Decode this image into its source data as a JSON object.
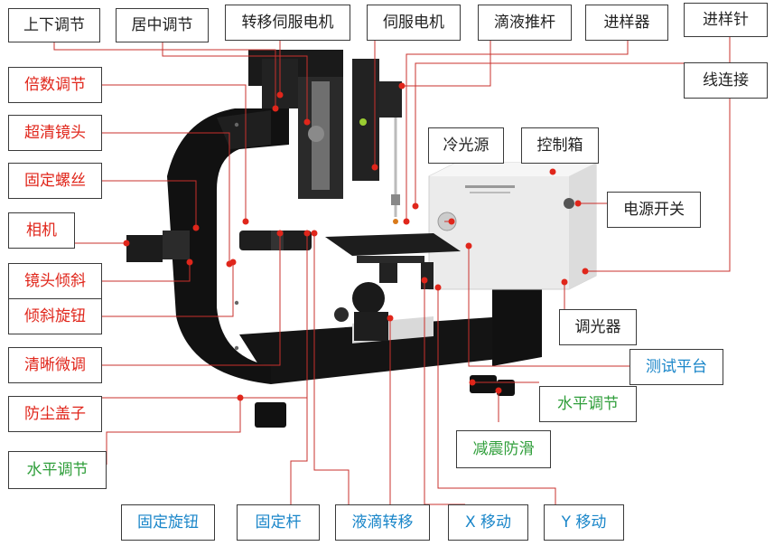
{
  "colors": {
    "red": "#e0261b",
    "dark": "#222222",
    "blue": "#1a86c9",
    "green": "#2f9e3a",
    "leader": "#c9302c"
  },
  "labels": {
    "shangxia": "上下调节",
    "juzhong": "居中调节",
    "zhuanyi_sifu": "转移伺服电机",
    "sifu": "伺服电机",
    "diye_tuigan": "滴液推杆",
    "jinyangqi": "进样器",
    "jinyangzhen": "进样针",
    "xianlianjie": "线连接",
    "beishu": "倍数调节",
    "chaoqing": "超清镜头",
    "guding_luosi": "固定螺丝",
    "xiangji": "相机",
    "jingtou_qingxie": "镜头倾斜",
    "qingxie_xuanniu": "倾斜旋钮",
    "qingxi_weitiao": "清晰微调",
    "fangchen": "防尘盖子",
    "shuiping_left": "水平调节",
    "lengguangyuan": "冷光源",
    "kongzhixiang": "控制箱",
    "dianyuan_kaiguan": "电源开关",
    "tiaoguangqi": "调光器",
    "ceshi_pingtai": "测试平台",
    "shuiping_right": "水平调节",
    "jianzhen": "减震防滑",
    "guding_xuanniu": "固定旋钮",
    "guding_gan": "固定杆",
    "yedi_zhuanyi": "液滴转移",
    "x_yidong": "X 移动",
    "y_yidong": "Y 移动"
  }
}
